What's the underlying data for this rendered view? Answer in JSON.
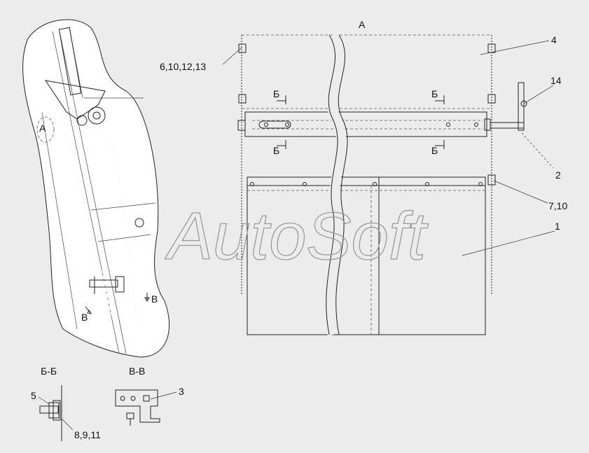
{
  "watermark": "AutoSoft",
  "views": {
    "main_view": "А",
    "callout_detail": "А",
    "section_b_title": "Б-Б",
    "section_v_title": "В-В",
    "section_b_mark": "Б",
    "section_v_mark": "В"
  },
  "callouts": [
    {
      "id": "label-1",
      "text": "1"
    },
    {
      "id": "label-2",
      "text": "2"
    },
    {
      "id": "label-3",
      "text": "3"
    },
    {
      "id": "label-4",
      "text": "4"
    },
    {
      "id": "label-5",
      "text": "5"
    },
    {
      "id": "label-6-10-12-13",
      "text": "6,10,12,13"
    },
    {
      "id": "label-7-10",
      "text": "7,10"
    },
    {
      "id": "label-8-9-11",
      "text": "8,9,11"
    },
    {
      "id": "label-14",
      "text": "14"
    }
  ],
  "colors": {
    "background": "#ececec",
    "panel": "#ffffff",
    "line": "#222222",
    "watermark": "#9a9a9a"
  }
}
